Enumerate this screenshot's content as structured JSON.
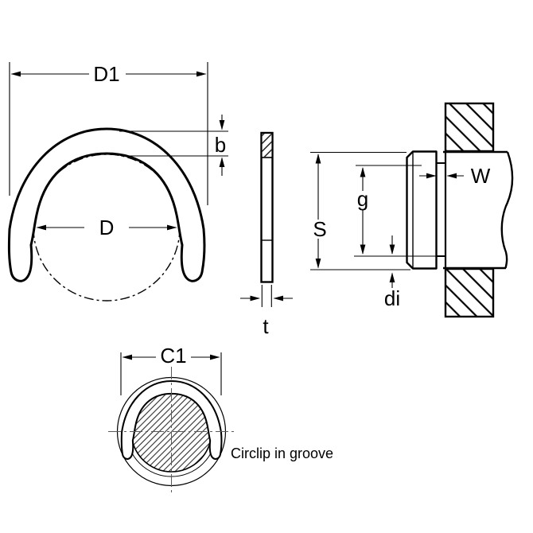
{
  "page": {
    "background": "#ffffff",
    "line_color": "#000000",
    "w_label_color": "#2f4bb5"
  },
  "views": {
    "front": {
      "labels": {
        "outer_width": "D1",
        "section_width": "b",
        "shaft_diameter": "D"
      }
    },
    "side": {
      "labels": {
        "thickness": "t"
      }
    },
    "installed_section": {
      "labels": {
        "shell_height": "S",
        "groove_diameter": "g",
        "groove_width": "W",
        "inner_diameter": "di"
      }
    },
    "groove_view": {
      "labels": {
        "clearance_diameter": "C1"
      },
      "caption": "Circlip in groove"
    }
  }
}
